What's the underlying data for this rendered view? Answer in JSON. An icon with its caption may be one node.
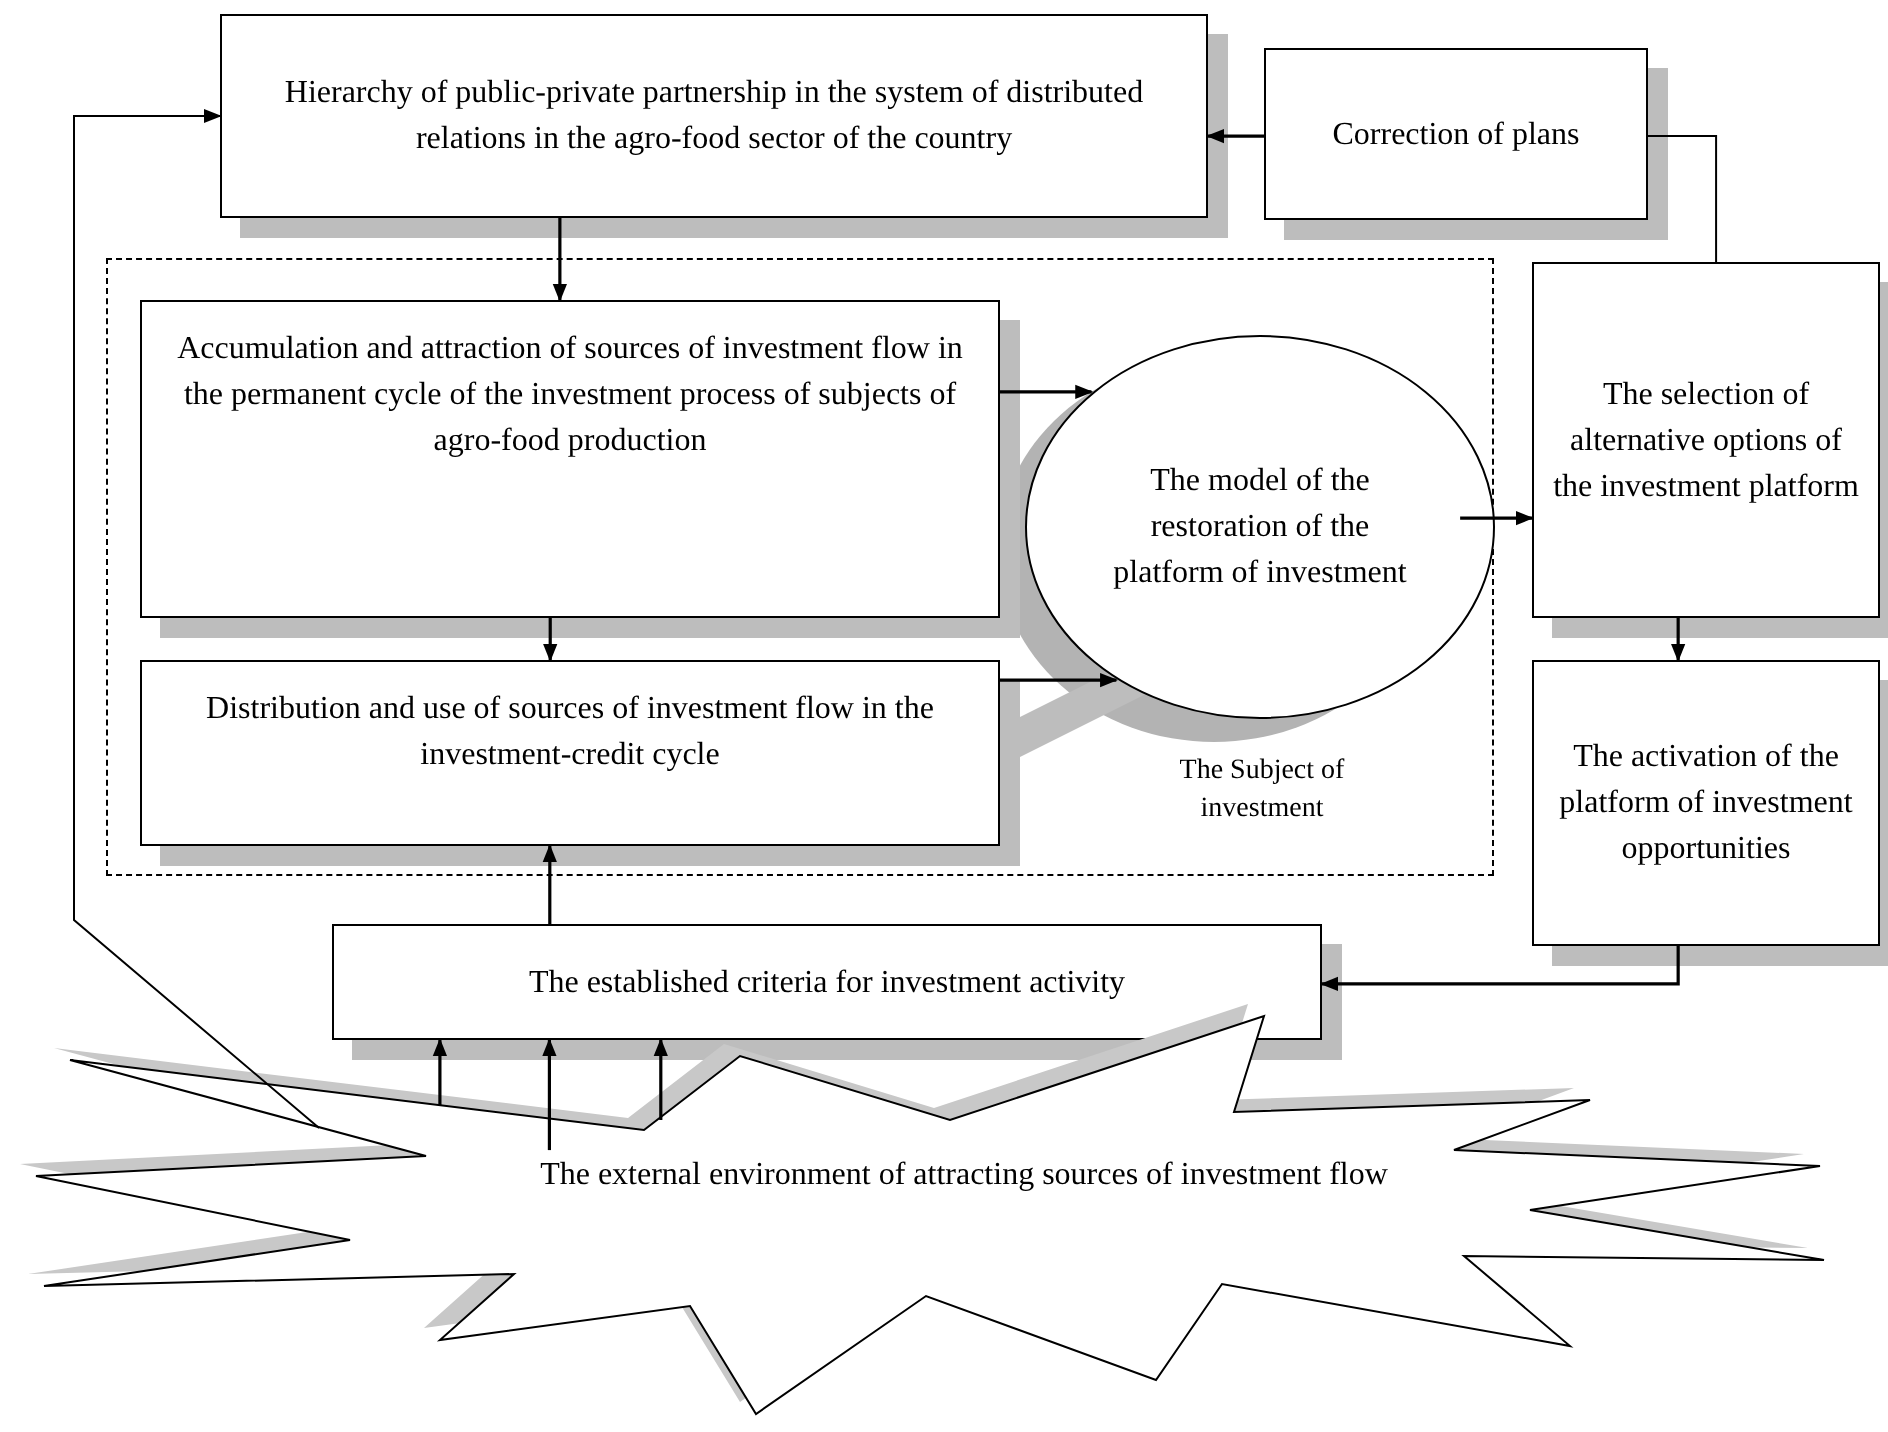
{
  "diagram": {
    "nodes": [
      {
        "text": [
          "Hierarchy of public-private partnership in the system of distributed relations in the agro-food sector of the country"
        ]
      },
      {
        "text": [
          "Correction of plans"
        ]
      },
      {
        "text": [
          "The Subject of investment"
        ]
      },
      {
        "text": [
          "Accumulation and attraction of sources of investment flow in the permanent cycle of the investment process of subjects of agro-food production"
        ],
        "in": 2
      },
      {
        "text": [
          "The model of the restoration of the platform of investment"
        ],
        "in": 2
      },
      {
        "text": [
          "Distribution and use of sources of investment flow in the investment-credit cycle"
        ],
        "in": 2
      },
      {
        "text": [
          "The selection of alternative options of the investment platform"
        ]
      },
      {
        "text": [
          "The activation of the platform of investment opportunities"
        ]
      },
      {
        "text": [
          "The established criteria for investment activity"
        ]
      },
      {
        "text": [
          "The external environment of attracting sources of investment flow"
        ]
      }
    ],
    "edges": [
      {
        "from": 1,
        "to": 0,
        "arrow": "to"
      },
      {
        "from": 0,
        "to": 3,
        "arrow": "to"
      },
      {
        "from": 3,
        "to": 4,
        "arrow": "to"
      },
      {
        "from": 5,
        "to": 4,
        "arrow": "to"
      },
      {
        "from": 3,
        "to": 5,
        "arrow": "to"
      },
      {
        "from": 4,
        "to": 6,
        "arrow": "to"
      },
      {
        "from": 1,
        "to": 6,
        "arrow": "none"
      },
      {
        "from": 6,
        "to": 7,
        "arrow": "to"
      },
      {
        "from": 7,
        "to": 8,
        "arrow": "to"
      },
      {
        "from": 8,
        "to": 5,
        "arrow": "to"
      },
      {
        "from": 9,
        "to": 8,
        "arrow": "to"
      },
      {
        "from": 9,
        "to": 8,
        "arrow": "to"
      },
      {
        "from": 9,
        "to": 8,
        "arrow": "to"
      },
      {
        "from": 9,
        "to": 0,
        "arrow": "to"
      }
    ]
  }
}
